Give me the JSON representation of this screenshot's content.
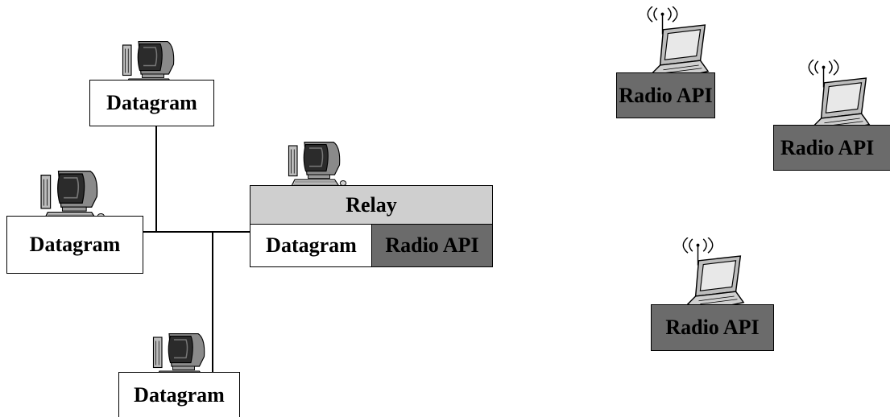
{
  "nodes": {
    "datagram_top": "Datagram",
    "datagram_left": "Datagram",
    "datagram_bottom": "Datagram",
    "relay_title": "Relay",
    "relay_datagram": "Datagram",
    "relay_radio": "Radio API",
    "radio_top": "Radio API",
    "radio_right": "Radio API",
    "radio_bottom": "Radio API"
  },
  "icons": {
    "desktop": "desktop-computer-icon",
    "laptop": "wireless-laptop-icon"
  },
  "colors": {
    "radio_fill": "#6b6b6b",
    "relay_header_fill": "#cfcfcf",
    "datagram_fill": "#ffffff"
  }
}
